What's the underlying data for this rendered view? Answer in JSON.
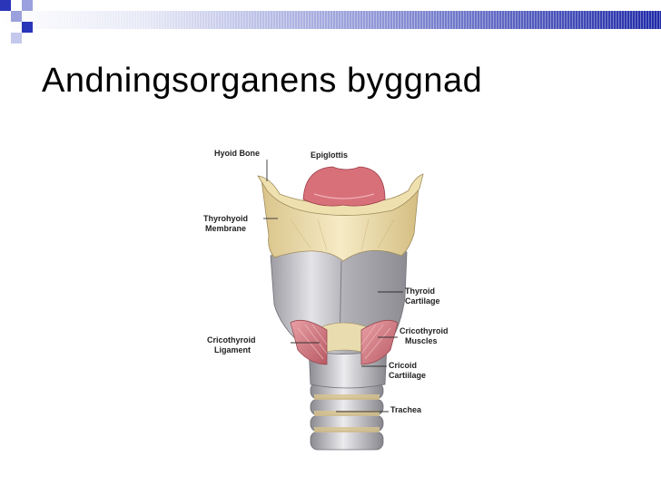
{
  "slide": {
    "title": "Andningsorganens byggnad"
  },
  "figure": {
    "labels": {
      "hyoid_bone": "Hyoid Bone",
      "epiglottis": "Epiglottis",
      "thyrohyoid_1": "Thyrohyoid",
      "thyrohyoid_2": "Membrane",
      "thyroid_1": "Thyroid",
      "thyroid_2": "Cartilage",
      "cricothyroid_ligament_1": "Cricothyroid",
      "cricothyroid_ligament_2": "Ligament",
      "cricothyroid_muscles_1": "Cricothyroid",
      "cricothyroid_muscles_2": "Muscles",
      "cricoid_1": "Cricoid",
      "cricoid_2": "Cartiilage",
      "trachea": "Trachea"
    }
  },
  "colors": {
    "band_dark": "#1f2aa8",
    "square_blue": "#2a35b8",
    "square_light": "#9aa1dc",
    "bone": "#f0e2b4",
    "cartilage": "#c8c8cc",
    "epiglottis": "#d8707a",
    "muscle": "#d6848c"
  }
}
